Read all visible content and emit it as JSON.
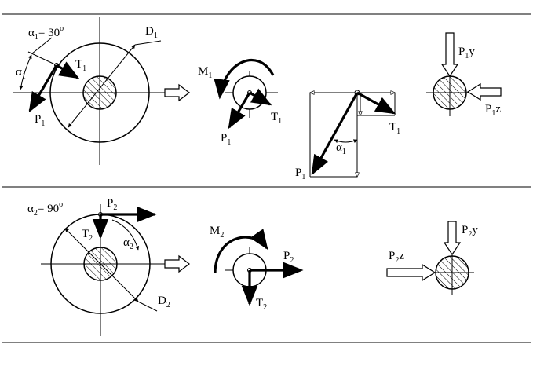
{
  "top_panel": {
    "angle_label": "α",
    "angle_sub": "1",
    "angle_value": "= 30",
    "angle_deg": "o",
    "d_label": "D",
    "d_sub": "1",
    "alpha_small": "α",
    "alpha_small_sub": "1",
    "t_label": "T",
    "t_sub": "1",
    "p_label": "P",
    "p_sub": "1",
    "m_label": "M",
    "m_sub": "1",
    "t2_label": "T",
    "t2_sub": "1",
    "p2_label": "P",
    "p2_sub": "1",
    "tri_t_label": "T",
    "tri_t_sub": "1",
    "tri_p_label": "P",
    "tri_p_sub": "1",
    "tri_alpha": "α",
    "tri_alpha_sub": "1",
    "py_label": "P",
    "py_sub": "1",
    "py_axis": "y",
    "pz_label": "P",
    "pz_sub": "1",
    "pz_axis": "z"
  },
  "bottom_panel": {
    "angle_label": "α",
    "angle_sub": "2",
    "angle_value": "= 90",
    "angle_deg": "o",
    "p_label": "P",
    "p_sub": "2",
    "t_label": "T",
    "t_sub": "2",
    "alpha_small": "α",
    "alpha_small_sub": "2",
    "d_label": "D",
    "d_sub": "2",
    "m_label": "M",
    "m_sub": "2",
    "p2_label": "P",
    "p2_sub": "2",
    "t2_label": "T",
    "t2_sub": "2",
    "py_label": "P",
    "py_sub": "2",
    "py_axis": "y",
    "pz_label": "P",
    "pz_sub": "2",
    "pz_axis": "z"
  }
}
